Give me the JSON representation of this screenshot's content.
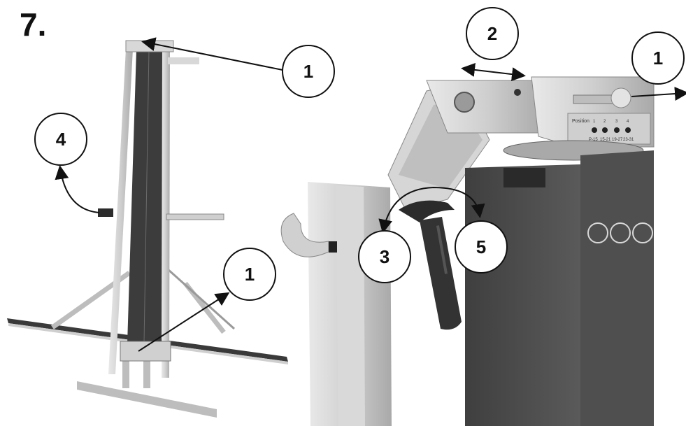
{
  "step": {
    "number": "7."
  },
  "callouts": [
    {
      "id": "overview-top",
      "label": "1"
    },
    {
      "id": "overview-side",
      "label": "4"
    },
    {
      "id": "overview-bottom",
      "label": "1"
    },
    {
      "id": "detail-slide",
      "label": "2"
    },
    {
      "id": "detail-right",
      "label": "1"
    },
    {
      "id": "detail-lever-left",
      "label": "3"
    },
    {
      "id": "detail-lever-right",
      "label": "5"
    }
  ],
  "position_plate": {
    "title": "Position",
    "slots": [
      "1",
      "2",
      "3",
      "4"
    ],
    "ranges": [
      "P-15",
      "15-21",
      "19-27",
      "23-31"
    ]
  },
  "colors": {
    "frame": "#c9c9c9",
    "panel": "#4a4a4a",
    "dark": "#2b2b2b",
    "line": "#111111"
  }
}
